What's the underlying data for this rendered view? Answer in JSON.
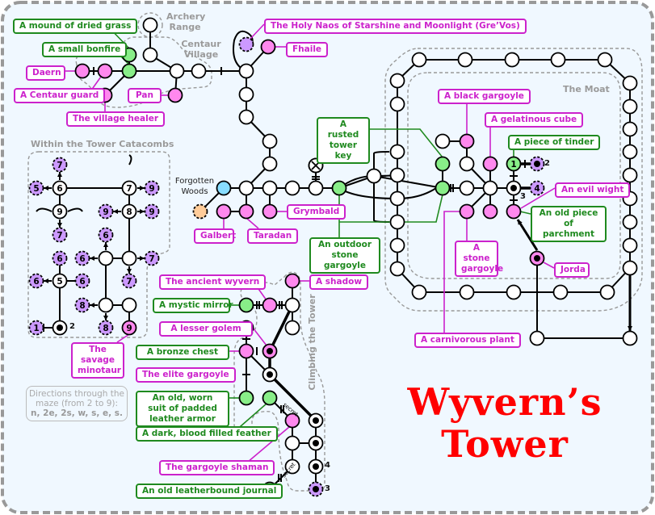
{
  "title": {
    "line1": "Wyvern’s",
    "line2": "Tower"
  },
  "colors": {
    "background": "#f0f8ff",
    "monster": "#ff88ee",
    "monster_border": "#cc22cc",
    "item": "#88ee88",
    "item_border": "#1f8a1f",
    "teleport": "#cc99ff",
    "forest": "#88ddff",
    "exit": "#ffcc99",
    "title": "#ff0000",
    "region_text": "#9a9a9a"
  },
  "regions": {
    "archery_range": "Archery Range",
    "centaur_village": "Centaur Village",
    "catacombs": "Within the Tower Catacombs",
    "moat": "The Moat",
    "climbing": "Climbing the Tower",
    "forgotten_woods": "Forgotten Woods"
  },
  "directions": {
    "line1": "Directions through the",
    "line2": "maze (from 2 to 9):",
    "line3": "n, 2e, 2s, w, s, e, s."
  },
  "monsters": {
    "holy_naos": "The Holy Naos of Starshine and Moonlight (Gre’Vos)",
    "fhaile": "Fhaile",
    "daern": "Daern",
    "centaur_guard": "A Centaur guard",
    "pan": "Pan",
    "village_healer": "The village healer",
    "black_gargoyle": "A black gargoyle",
    "gelatinous_cube": "A gelatinous cube",
    "evil_wight": "An evil wight",
    "stone_gargoyle": "A stone gargoyle",
    "jorda": "Jorda",
    "carnivorous_plant": "A carnivorous plant",
    "grymbald": "Grymbald",
    "galbert": "Galbert",
    "taradan": "Taradan",
    "savage_minotaur": "The savage minotaur",
    "ancient_wyvern": "The ancient wyvern",
    "shadow": "A shadow",
    "lesser_golem": "A lesser golem",
    "elite_gargoyle": "The elite gargoyle",
    "gargoyle_shaman": "The gargoyle shaman"
  },
  "items": {
    "dried_grass": "A mound of dried grass",
    "bonfire": "A small bonfire",
    "rusted_key": "A rusted tower key",
    "tinder": "A piece of tinder",
    "parchment": "An old piece of parchment",
    "outdoor_gargoyle": "An outdoor stone gargoyle",
    "mystic_mirror": "A mystic mirror",
    "bronze_chest": "A bronze chest",
    "leather_armor": "An old, worn suit of padded leather armor",
    "feather": "A dark, blood filled feather",
    "journal": "An old leatherbound journal"
  },
  "numbers": {
    "n1": "1",
    "n2": "2",
    "n3": "3",
    "n4": "4",
    "n5": "5",
    "n6": "6",
    "n7": "7",
    "n8": "8",
    "n9": "9",
    "secret": "secret"
  }
}
